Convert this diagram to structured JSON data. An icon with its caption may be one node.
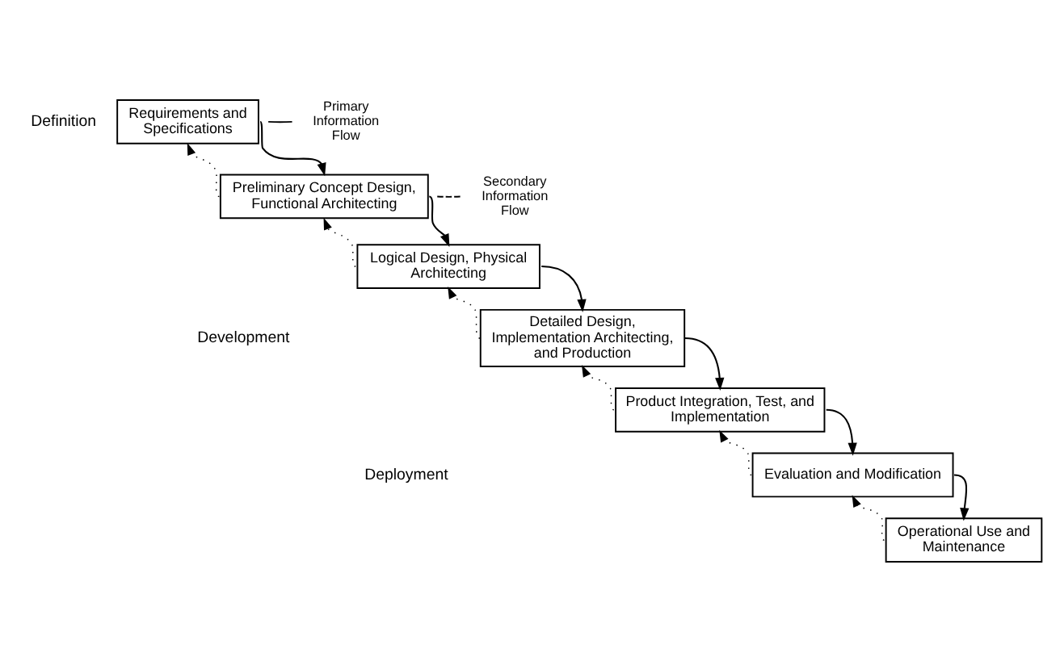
{
  "diagram": {
    "nodes": [
      {
        "text": [
          "Requirements and Specifications"
        ]
      },
      {
        "text": [
          "Preliminary Concept Design, Functional Architecting"
        ]
      },
      {
        "text": [
          "Logical Design, Physical Architecting"
        ]
      },
      {
        "text": [
          "Detailed Design, Implementation Architecting, and Production"
        ]
      },
      {
        "text": [
          "Product Integration, Test, and Implementation"
        ]
      },
      {
        "text": [
          "Evaluation and Modification"
        ]
      },
      {
        "text": [
          "Operational Use and Maintenance"
        ]
      }
    ],
    "edges": [
      {
        "from": 0,
        "to": 1,
        "arrow": "to"
      },
      {
        "from": 1,
        "to": 0,
        "arrow": "to",
        "style": "dashed"
      },
      {
        "from": 1,
        "to": 2,
        "arrow": "to"
      },
      {
        "from": 2,
        "to": 1,
        "arrow": "to",
        "style": "dashed"
      },
      {
        "from": 2,
        "to": 3,
        "arrow": "to"
      },
      {
        "from": 3,
        "to": 2,
        "arrow": "to",
        "style": "dashed"
      },
      {
        "from": 3,
        "to": 4,
        "arrow": "to"
      },
      {
        "from": 4,
        "to": 3,
        "arrow": "to",
        "style": "dashed"
      },
      {
        "from": 4,
        "to": 5,
        "arrow": "to"
      },
      {
        "from": 5,
        "to": 4,
        "arrow": "to",
        "style": "dashed"
      },
      {
        "from": 5,
        "to": 6,
        "arrow": "to"
      },
      {
        "from": 6,
        "to": 5,
        "arrow": "to",
        "style": "dashed"
      }
    ],
    "labels": [
      "Definition",
      "Development",
      "Deployment"
    ],
    "legend": [
      {
        "text": "Primary Information Flow"
      },
      {
        "text": "Secondary Information Flow"
      }
    ]
  }
}
